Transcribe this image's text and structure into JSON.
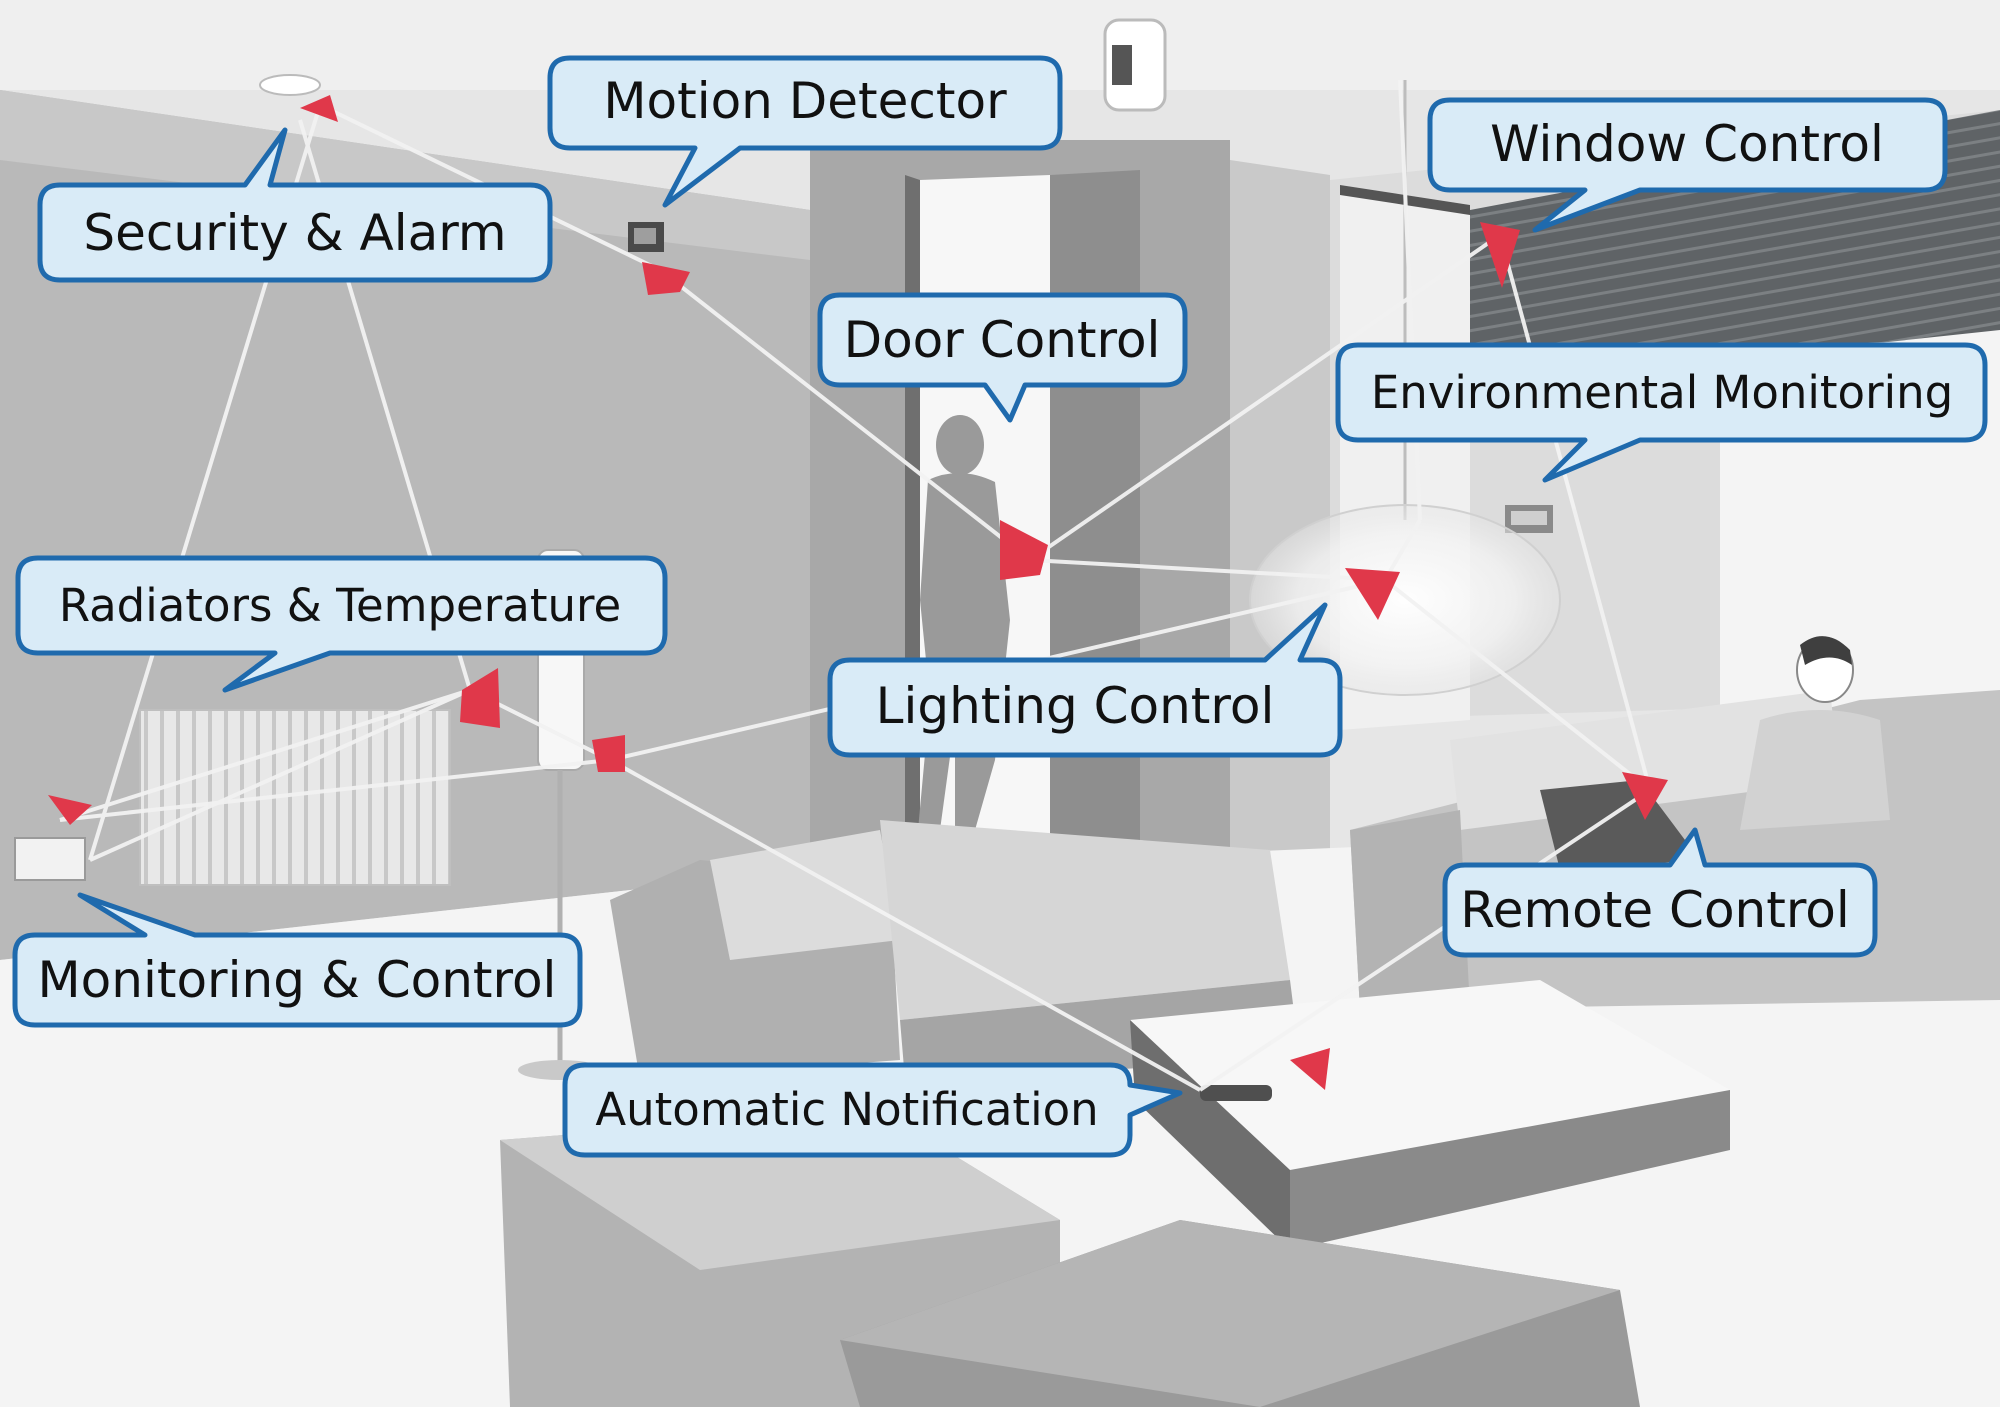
{
  "labels": {
    "security_alarm": "Security & Alarm",
    "motion_detector": "Motion Detector",
    "window_control": "Window Control",
    "door_control": "Door Control",
    "environmental_monitoring": "Environmental Monitoring",
    "radiators_temperature": "Radiators & Temperature",
    "lighting_control": "Lighting Control",
    "remote_control": "Remote Control",
    "monitoring_control": "Monitoring & Control",
    "automatic_notification": "Automatic Notification"
  },
  "colors": {
    "callout_fill": "#d9ebf7",
    "callout_border": "#1f6aad",
    "sensor_red": "#e0384a",
    "network_line": "#f2f2f2"
  }
}
